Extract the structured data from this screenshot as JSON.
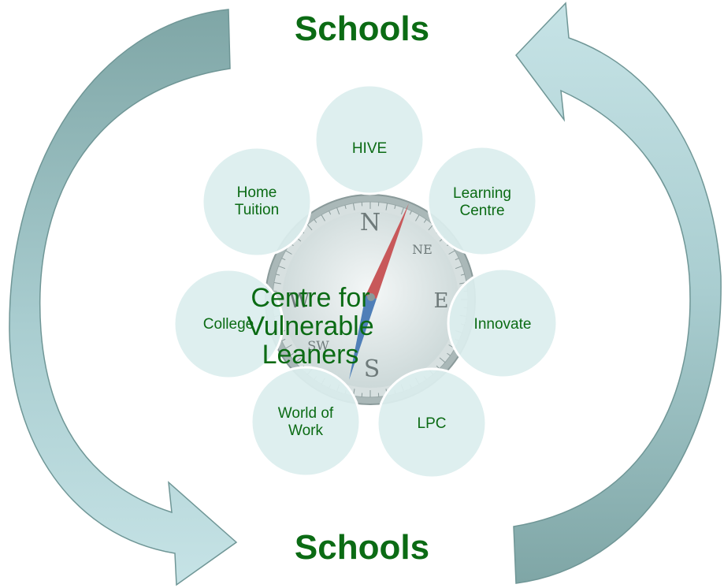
{
  "title_top": "Schools",
  "title_bottom": "Schools",
  "center": {
    "label": "Centre for Vulnerable Leaners"
  },
  "satellites": [
    {
      "label": "HIVE"
    },
    {
      "label": "Learning Centre"
    },
    {
      "label": "Innovate"
    },
    {
      "label": "LPC"
    },
    {
      "label": "World of Work"
    },
    {
      "label": "College"
    },
    {
      "label": "Home Tuition"
    }
  ],
  "compass": {
    "letters": [
      "N",
      "E",
      "S",
      "W",
      "NE",
      "SW"
    ]
  },
  "colors": {
    "text": "#0b6b14",
    "circle_fill": "#dbeeee",
    "arrow_light": "#c6e3e6",
    "arrow_dark": "#7fa6a6",
    "compass_face": "#e8eeee"
  }
}
